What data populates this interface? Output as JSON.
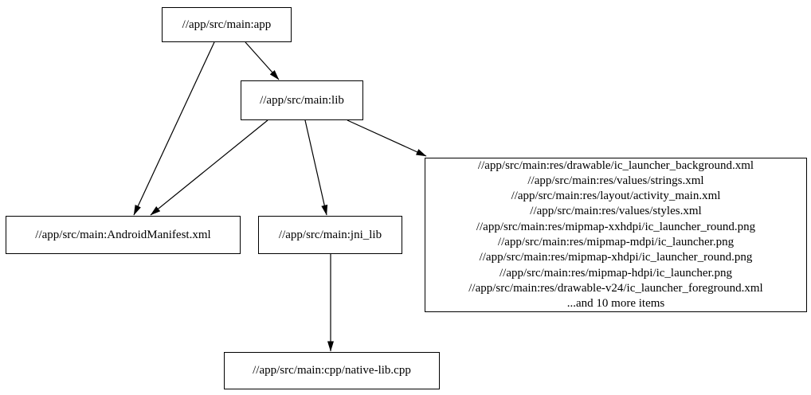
{
  "diagram": {
    "type": "dependency-graph",
    "background_color": "#ffffff",
    "node_border_color": "#000000",
    "edge_color": "#000000",
    "text_color": "#000000",
    "nodes": {
      "app": {
        "label": "//app/src/main:app"
      },
      "lib": {
        "label": "//app/src/main:lib"
      },
      "manifest": {
        "label": "//app/src/main:AndroidManifest.xml"
      },
      "jni_lib": {
        "label": "//app/src/main:jni_lib"
      },
      "native_lib": {
        "label": "//app/src/main:cpp/native-lib.cpp"
      },
      "resources": {
        "lines": [
          "//app/src/main:res/drawable/ic_launcher_background.xml",
          "//app/src/main:res/values/strings.xml",
          "//app/src/main:res/layout/activity_main.xml",
          "//app/src/main:res/values/styles.xml",
          "//app/src/main:res/mipmap-xxhdpi/ic_launcher_round.png",
          "//app/src/main:res/mipmap-mdpi/ic_launcher.png",
          "//app/src/main:res/mipmap-xhdpi/ic_launcher_round.png",
          "//app/src/main:res/mipmap-hdpi/ic_launcher.png",
          "//app/src/main:res/drawable-v24/ic_launcher_foreground.xml",
          "...and 10 more items"
        ]
      }
    },
    "edges": [
      {
        "from": "app",
        "to": "lib"
      },
      {
        "from": "app",
        "to": "manifest"
      },
      {
        "from": "lib",
        "to": "manifest"
      },
      {
        "from": "lib",
        "to": "jni_lib"
      },
      {
        "from": "lib",
        "to": "resources"
      },
      {
        "from": "jni_lib",
        "to": "native_lib"
      }
    ]
  }
}
